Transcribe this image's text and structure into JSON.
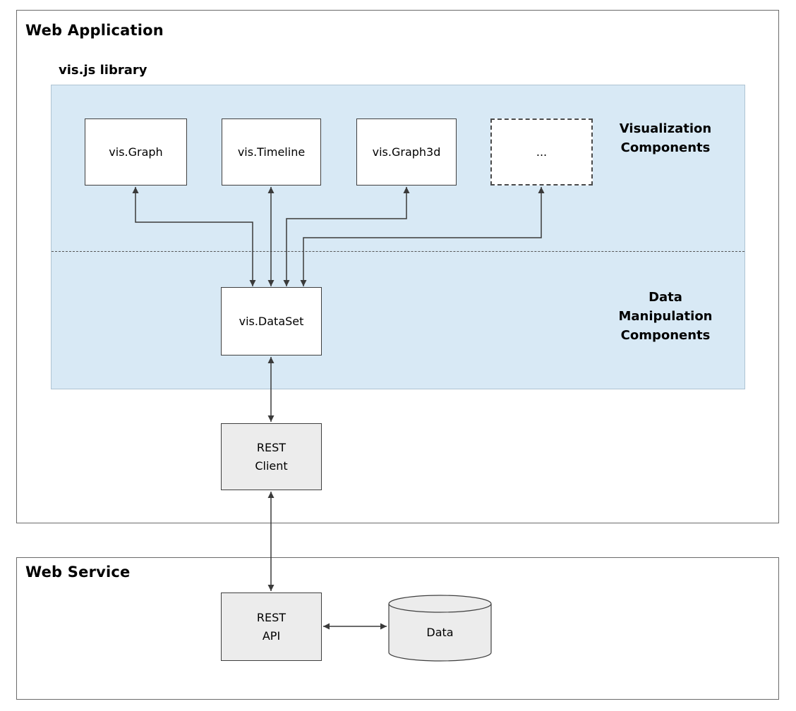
{
  "web_application": {
    "title": "Web Application",
    "library": {
      "title": "vis.js library",
      "visualization_label": "Visualization\nComponents",
      "data_manipulation_label": "Data\nManipulation\nComponents",
      "nodes": {
        "graph": "vis.Graph",
        "timeline": "vis.Timeline",
        "graph3d": "vis.Graph3d",
        "more": "...",
        "dataset": "vis.DataSet"
      }
    },
    "rest_client": "REST\nClient"
  },
  "web_service": {
    "title": "Web Service",
    "rest_api": "REST\nAPI",
    "data_store": "Data"
  },
  "colors": {
    "library_background": "#d8e9f5",
    "component_fill": "#ffffff",
    "service_fill": "#ececec",
    "arrow": "#3a3a3a"
  }
}
